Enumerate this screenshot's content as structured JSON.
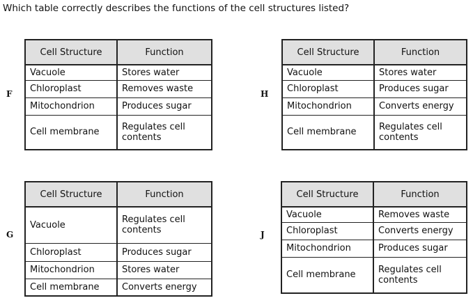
{
  "question": "Which table correctly describes the functions of the cell structures listed?",
  "options": [
    {
      "letter": "F",
      "headers": [
        "Cell Structure",
        "Function"
      ],
      "rows": [
        [
          "Vacuole",
          "Stores water"
        ],
        [
          "Chloroplast",
          "Removes waste"
        ],
        [
          "Mitochondrion",
          "Produces sugar"
        ],
        [
          "Cell membrane",
          "Regulates cell contents"
        ]
      ]
    },
    {
      "letter": "H",
      "headers": [
        "Cell Structure",
        "Function"
      ],
      "rows": [
        [
          "Vacuole",
          "Stores water"
        ],
        [
          "Chloroplast",
          "Produces sugar"
        ],
        [
          "Mitochondrion",
          "Converts energy"
        ],
        [
          "Cell membrane",
          "Regulates cell contents"
        ]
      ]
    },
    {
      "letter": "G",
      "headers": [
        "Cell Structure",
        "Function"
      ],
      "rows": [
        [
          "Vacuole",
          "Regulates cell contents"
        ],
        [
          "Chloroplast",
          "Produces sugar"
        ],
        [
          "Mitochondrion",
          "Stores water"
        ],
        [
          "Cell membrane",
          "Converts energy"
        ]
      ]
    },
    {
      "letter": "J",
      "headers": [
        "Cell Structure",
        "Function"
      ],
      "rows": [
        [
          "Vacuole",
          "Removes waste"
        ],
        [
          "Chloroplast",
          "Converts energy"
        ],
        [
          "Mitochondrion",
          "Produces sugar"
        ],
        [
          "Cell membrane",
          "Regulates cell contents"
        ]
      ]
    }
  ]
}
